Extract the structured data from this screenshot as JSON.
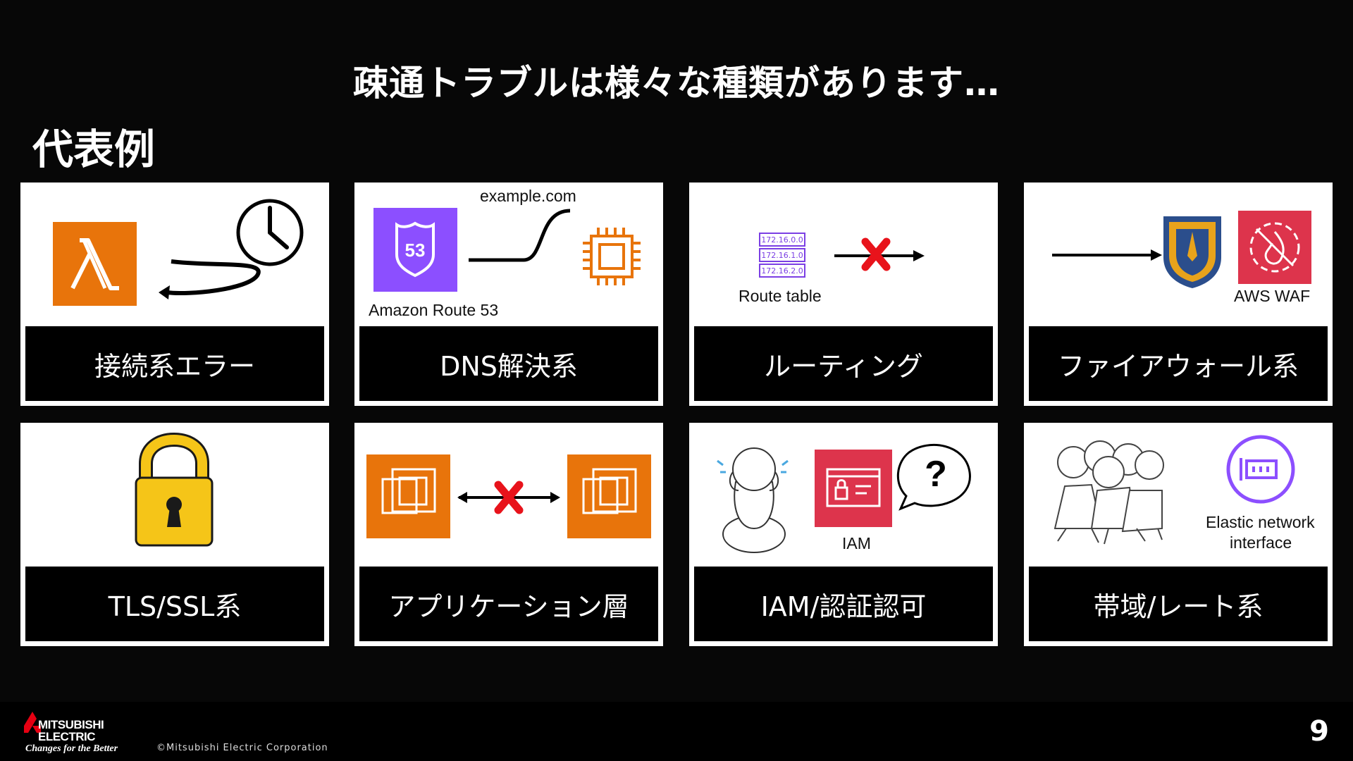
{
  "slide": {
    "title": "疎通トラブルは様々な種類があります…",
    "subtitle": "代表例",
    "page_number": "9"
  },
  "cards": [
    {
      "label": "接続系エラー",
      "icons": [
        "aws-lambda-icon",
        "loop-arrow-icon",
        "clock-icon"
      ]
    },
    {
      "label": "DNS解決系",
      "captions": {
        "domain": "example.com",
        "service": "Amazon Route 53"
      },
      "icons": [
        "route53-icon",
        "chip-icon"
      ]
    },
    {
      "label": "ルーティング",
      "captions": {
        "table": "Route table"
      },
      "route_entries": [
        "172.16.0.0",
        "172.16.1.0",
        "172.16.2.0"
      ],
      "icons": [
        "route-table-icon",
        "blocked-arrow-icon"
      ]
    },
    {
      "label": "ファイアウォール系",
      "captions": {
        "waf": "AWS WAF"
      },
      "icons": [
        "shield-icon",
        "waf-icon"
      ]
    },
    {
      "label": "TLS/SSL系",
      "icons": [
        "padlock-icon"
      ]
    },
    {
      "label": "アプリケーション層",
      "icons": [
        "ec2-instances-icon",
        "blocked-arrow-icon"
      ]
    },
    {
      "label": "IAM/認証認可",
      "captions": {
        "iam": "IAM"
      },
      "icons": [
        "confused-person-icon",
        "iam-icon",
        "question-bubble-icon"
      ]
    },
    {
      "label": "帯域/レート系",
      "captions": {
        "eni_line1": "Elastic network",
        "eni_line2": "interface"
      },
      "icons": [
        "crowd-icon",
        "eni-icon"
      ]
    }
  ],
  "footer": {
    "brand_line1": "MITSUBISHI",
    "brand_line2": "ELECTRIC",
    "tagline": "Changes for the Better",
    "copyright": "©Mitsubishi Electric Corporation"
  },
  "colors": {
    "aws_orange": "#E8740B",
    "route53_purple": "#8C4FFF",
    "waf_red": "#DD344C",
    "block_red": "#E8131B",
    "background": "#070707"
  }
}
